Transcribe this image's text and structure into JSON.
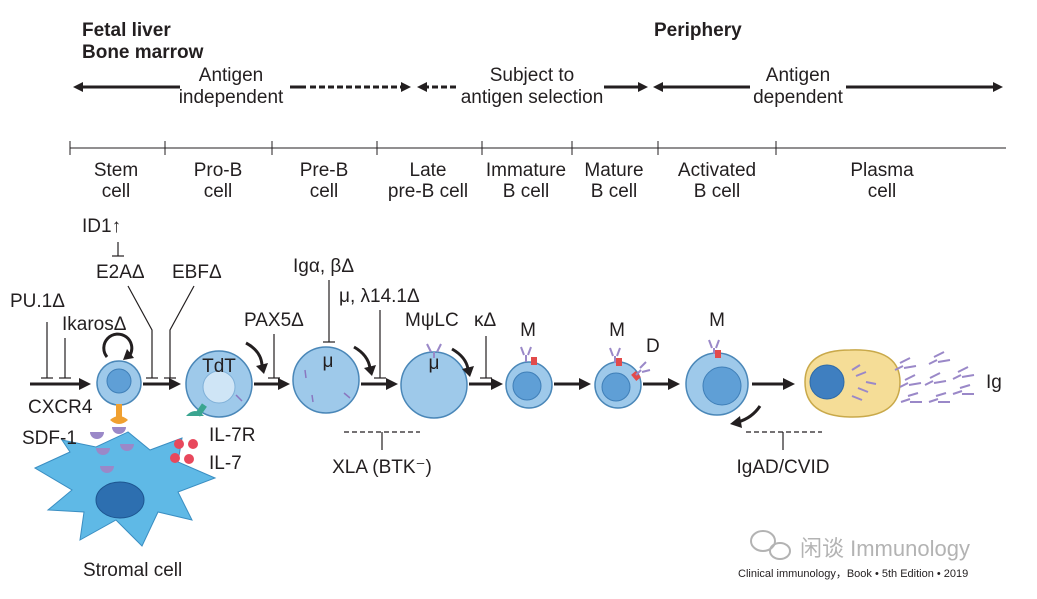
{
  "regions": {
    "left_line1": "Fetal liver",
    "left_line2": "Bone marrow",
    "right": "Periphery"
  },
  "phases": [
    {
      "line1": "Antigen",
      "line2": "independent"
    },
    {
      "line1": "Subject to",
      "line2": "antigen selection"
    },
    {
      "line1": "Antigen",
      "line2": "dependent"
    }
  ],
  "stages": [
    {
      "line1": "Stem",
      "line2": "cell"
    },
    {
      "line1": "Pro-B",
      "line2": "cell"
    },
    {
      "line1": "Pre-B",
      "line2": "cell"
    },
    {
      "line1": "Late",
      "line2": "pre-B cell"
    },
    {
      "line1": "Immature",
      "line2": "B cell"
    },
    {
      "line1": "Mature",
      "line2": "B cell"
    },
    {
      "line1": "Activated",
      "line2": "B cell"
    },
    {
      "line1": "Plasma",
      "line2": "cell"
    }
  ],
  "blocks": {
    "id1": "ID1↑",
    "e2a": "E2AΔ",
    "ebf": "EBFΔ",
    "pu1": "PU.1Δ",
    "ikaros": "IkarosΔ",
    "pax5": "PAX5Δ",
    "igab": "Igα, βΔ",
    "mu_l": "μ, λ14.1Δ",
    "mpsilc": "MψLC",
    "kappa": "κΔ"
  },
  "cell_labels": {
    "tdt": "TdT",
    "mu1": "μ",
    "mu2": "μ",
    "m1": "M",
    "m2": "M",
    "d": "D",
    "m3": "M",
    "ig": "Ig"
  },
  "factors": {
    "cxcr4": "CXCR4",
    "sdf1": "SDF-1",
    "il7r": "IL-7R",
    "il7": "IL-7",
    "stromal": "Stromal cell"
  },
  "defects": {
    "xla": "XLA (BTK⁻)",
    "igad": "IgAD/CVID"
  },
  "watermark": "闲谈 Immunology",
  "source": "Clinical immunology，Book • 5th Edition • 2019",
  "colors": {
    "cell_fill": "#9ec9ea",
    "cell_stroke": "#4a87b8",
    "nucleus": "#4f8fcf",
    "plasma_fill": "#f5dd97",
    "plasma_stroke": "#c9a94a",
    "stromal": "#5fb9e6",
    "receptor": "#9a88c8",
    "marker_red": "#e24b4b",
    "il7": "#e8485c",
    "il7r": "#3aa590",
    "cxcr4": "#f0a030",
    "arrow": "#231f20"
  }
}
